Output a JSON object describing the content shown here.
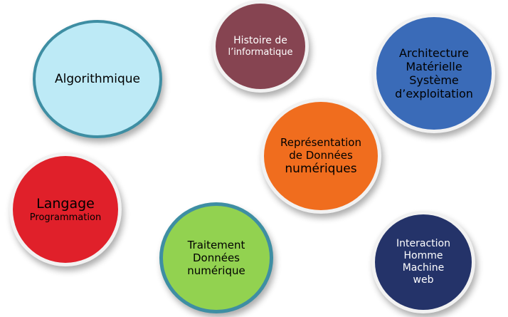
{
  "bubbles": {
    "algorithmique": {
      "lines": [
        "Algorithmique"
      ],
      "fill": "#bdeaf6",
      "border": "#3e8ea3",
      "text": "#000000"
    },
    "histoire": {
      "lines": [
        "Histoire de",
        "l’informatique"
      ],
      "fill": "#864451",
      "border": "#f2f2f2",
      "text": "#ffffff"
    },
    "architecture": {
      "lines": [
        "Architecture",
        "Matérielle",
        "Système",
        "d’exploitation"
      ],
      "fill": "#3a6bb8",
      "border": "#f2f2f2",
      "text": "#000000"
    },
    "representation": {
      "lines": [
        "Représentation",
        "de Données",
        "numériques"
      ],
      "fill": "#f06d1e",
      "border": "#f2f2f2",
      "text": "#000000"
    },
    "langage": {
      "lines": [
        "Langage",
        "Programmation"
      ],
      "fill": "#e0202a",
      "border": "#f2f2f2",
      "text": "#000000"
    },
    "traitement": {
      "lines": [
        "Traitement",
        "Données",
        "numérique"
      ],
      "fill": "#92d250",
      "border": "#3e8ea3",
      "text": "#000000"
    },
    "interaction": {
      "lines": [
        "Interaction",
        "Homme",
        "Machine",
        "web"
      ],
      "fill": "#243369",
      "border": "#f2f2f2",
      "text": "#ffffff"
    }
  }
}
